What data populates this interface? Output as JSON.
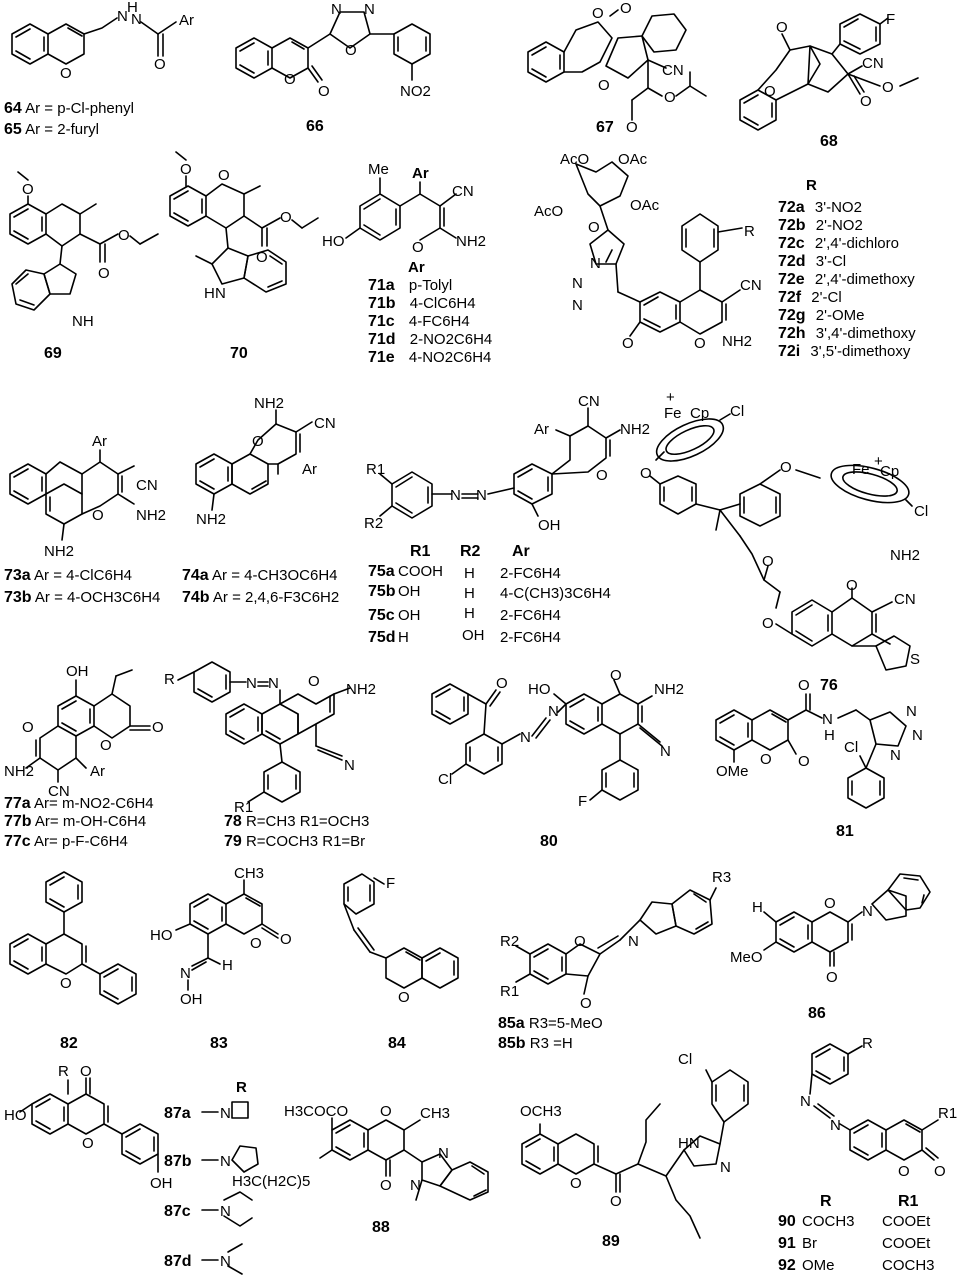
{
  "compounds": [
    {
      "id": "64",
      "lines": [
        {
          "bold": "64",
          "text": " Ar = p-Cl-phenyl"
        },
        {
          "bold": "65",
          "text": " Ar = 2-furyl"
        }
      ],
      "atoms": [
        "N",
        "H",
        "N",
        "O",
        "Ar",
        "O"
      ]
    },
    {
      "id": "66",
      "lines": [
        {
          "bold": "66",
          "text": ""
        }
      ],
      "atoms": [
        "N",
        "N",
        "O",
        "O",
        "O",
        "NO2"
      ]
    },
    {
      "id": "67",
      "lines": [
        {
          "bold": "67",
          "text": ""
        }
      ],
      "atoms": [
        "O",
        "O",
        "O",
        "CN",
        "O",
        "O"
      ]
    },
    {
      "id": "68",
      "lines": [
        {
          "bold": "68",
          "text": ""
        }
      ],
      "atoms": [
        "F",
        "O",
        "O",
        "CN",
        "O",
        "O"
      ]
    },
    {
      "id": "69",
      "lines": [
        {
          "bold": "69",
          "text": ""
        }
      ],
      "atoms": [
        "O",
        "O",
        "O",
        "NH"
      ]
    },
    {
      "id": "70",
      "lines": [
        {
          "bold": "70",
          "text": ""
        }
      ],
      "atoms": [
        "O",
        "O",
        "O",
        "O",
        "H",
        "N"
      ]
    },
    {
      "id": "71",
      "lines": [
        {
          "bold": "71a",
          "text": " p-Tolyl"
        },
        {
          "bold": "71b",
          "text": " 4-ClC6H4"
        },
        {
          "bold": "71c",
          "text": " 4-FC6H4"
        },
        {
          "bold": "71d",
          "text": " 2-NO2C6H4"
        },
        {
          "bold": "71e",
          "text": " 4-NO2C6H4"
        }
      ],
      "atoms": [
        "Me",
        "Ar",
        "CN",
        "HO",
        "O",
        "NH2",
        "Ar"
      ]
    },
    {
      "id": "72",
      "lines": [
        {
          "bold": "72a",
          "text": " 3'-NO2"
        },
        {
          "bold": "72b",
          "text": " 2'-NO2"
        },
        {
          "bold": "72c",
          "text": " 2',4'-dichloro"
        },
        {
          "bold": "72d",
          "text": " 3'-Cl"
        },
        {
          "bold": "72e",
          "text": " 2',4'-dimethoxy"
        },
        {
          "bold": "72f",
          "text": " 2'-Cl"
        },
        {
          "bold": "72g",
          "text": " 2'-OMe"
        },
        {
          "bold": "72h",
          "text": " 3',4'-dimethoxy"
        },
        {
          "bold": "72i",
          "text": " 3',5'-dimethoxy"
        }
      ],
      "atoms": [
        "R",
        "R",
        "AcO",
        "OAc",
        "AcO",
        "OAc",
        "O",
        "N",
        "N",
        "N",
        "CN",
        "O",
        "O",
        "NH2"
      ]
    },
    {
      "id": "73",
      "lines": [
        {
          "bold": "73a",
          "text": " Ar = 4-ClC6H4"
        },
        {
          "bold": "73b",
          "text": " Ar = 4-OCH3C6H4"
        }
      ],
      "atoms": [
        "Ar",
        "CN",
        "NH2",
        "O",
        "NH2"
      ]
    },
    {
      "id": "74",
      "lines": [
        {
          "bold": "74a",
          "text": " Ar = 4-CH3OC6H4"
        },
        {
          "bold": "74b",
          "text": " Ar = 2,4,6-F3C6H2"
        }
      ],
      "atoms": [
        "NH2",
        "CN",
        "O",
        "Ar",
        "NH2"
      ]
    },
    {
      "id": "75",
      "header": [
        "R1",
        "R2",
        "Ar"
      ],
      "rows": [
        [
          "75a",
          "COOH",
          "H",
          "2-FC6H4"
        ],
        [
          "75b",
          "OH",
          "H",
          "4-C(CH3)3C6H4"
        ],
        [
          "75c",
          "OH",
          "H",
          "2-FC6H4"
        ],
        [
          "75d",
          "H",
          "OH",
          "2-FC6H4"
        ]
      ],
      "atoms": [
        "R1",
        "R2",
        "N",
        "N",
        "Ar",
        "CN",
        "NH2",
        "O",
        "OH"
      ]
    },
    {
      "id": "76",
      "lines": [
        {
          "bold": "76",
          "text": ""
        }
      ],
      "atoms": [
        "+",
        "Fe",
        "Cp",
        "Cl",
        "Fe",
        "+",
        "Cp",
        "Cl",
        "O",
        "O",
        "O",
        "O",
        "NH2",
        "CN",
        "S",
        "O"
      ]
    },
    {
      "id": "77",
      "lines": [
        {
          "bold": "77a",
          "text": " Ar= m-NO2-C6H4"
        },
        {
          "bold": "77b",
          "text": " Ar= m-OH-C6H4"
        },
        {
          "bold": "77c",
          "text": " Ar= p-F-C6H4"
        }
      ],
      "atoms": [
        "OH",
        "O",
        "O",
        "O",
        "NH2",
        "Ar",
        "CN"
      ]
    },
    {
      "id": "78",
      "lines": [
        {
          "bold": "78",
          "text": " R=CH3        R1=OCH3"
        },
        {
          "bold": "79",
          "text": " R=COCH3  R1=Br"
        }
      ],
      "atoms": [
        "R",
        "N",
        "N",
        "O",
        "NH2",
        "N",
        "R1"
      ]
    },
    {
      "id": "80",
      "lines": [
        {
          "bold": "80",
          "text": ""
        }
      ],
      "atoms": [
        "O",
        "HO",
        "O",
        "NH2",
        "N",
        "N",
        "N",
        "Cl",
        "F"
      ]
    },
    {
      "id": "81",
      "lines": [
        {
          "bold": "81",
          "text": ""
        }
      ],
      "atoms": [
        "O",
        "O",
        "O",
        "N",
        "H",
        "N",
        "N",
        "N",
        "Cl",
        "OMe"
      ]
    },
    {
      "id": "82",
      "lines": [
        {
          "bold": "82",
          "text": ""
        }
      ],
      "atoms": [
        "O"
      ]
    },
    {
      "id": "83",
      "lines": [
        {
          "bold": "83",
          "text": ""
        }
      ],
      "atoms": [
        "CH3",
        "HO",
        "O",
        "O",
        "N",
        "H",
        "OH"
      ]
    },
    {
      "id": "84",
      "lines": [
        {
          "bold": "84",
          "text": ""
        }
      ],
      "atoms": [
        "F",
        "O"
      ]
    },
    {
      "id": "85",
      "lines": [
        {
          "bold": "85a",
          "text": " R3=5-MeO"
        },
        {
          "bold": "85b",
          "text": " R3 =H"
        }
      ],
      "atoms": [
        "R3",
        "R2",
        "O",
        "N",
        "R1",
        "O"
      ]
    },
    {
      "id": "86",
      "lines": [
        {
          "bold": "86",
          "text": ""
        }
      ],
      "atoms": [
        "H",
        "O",
        "N",
        "MeO",
        "O"
      ]
    },
    {
      "id": "87",
      "lines": [
        {
          "bold": "87a",
          "text": ""
        },
        {
          "bold": "87b",
          "text": ""
        },
        {
          "bold": "87c",
          "text": ""
        },
        {
          "bold": "87d",
          "text": ""
        }
      ],
      "atoms": [
        "R",
        "O",
        "HO",
        "O",
        "OH",
        "R",
        "N",
        "N",
        "N",
        "N"
      ]
    },
    {
      "id": "88",
      "lines": [
        {
          "bold": "88",
          "text": ""
        }
      ],
      "atoms": [
        "H3COCO",
        "O",
        "CH3",
        "H3C(H2C)5",
        "O",
        "N",
        "N"
      ]
    },
    {
      "id": "89",
      "lines": [
        {
          "bold": "89",
          "text": ""
        }
      ],
      "atoms": [
        "OCH3",
        "Cl",
        "O",
        "O",
        "HN",
        "N"
      ]
    },
    {
      "id": "90",
      "header": [
        "R",
        "R1"
      ],
      "rows": [
        [
          "90",
          "COCH3",
          "COOEt"
        ],
        [
          "91",
          "Br",
          "COOEt"
        ],
        [
          "92",
          "OMe",
          "COCH3"
        ]
      ],
      "atoms": [
        "R",
        "N",
        "N",
        "R1",
        "O",
        "O"
      ]
    }
  ]
}
